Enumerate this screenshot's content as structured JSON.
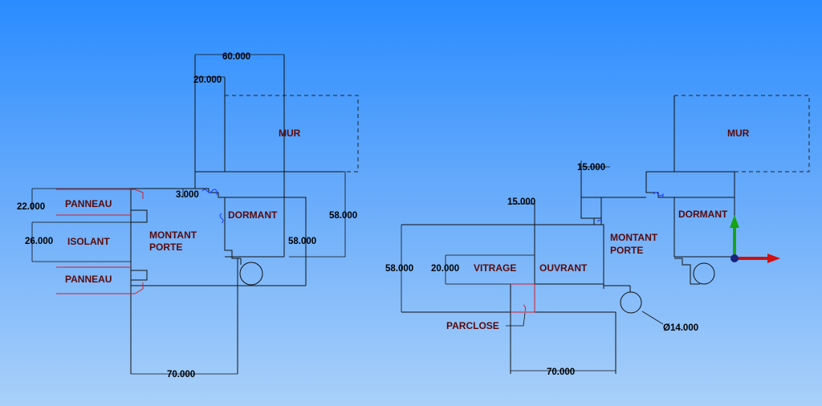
{
  "left_view": {
    "labels": {
      "mur": "MUR",
      "dormant": "DORMANT",
      "montant_porte": [
        "MONTANT",
        "PORTE"
      ],
      "panneau_top": "PANNEAU",
      "isolant": "ISOLANT",
      "panneau_bottom": "PANNEAU"
    },
    "dims": {
      "d60": "60.000",
      "d20": "20.000",
      "d3": "3.000",
      "d22": "22.000",
      "d26": "26.000",
      "d58_outer": "58.000",
      "d58_inner": "58.000",
      "d70": "70.000"
    }
  },
  "right_view": {
    "labels": {
      "mur": "MUR",
      "dormant": "DORMANT",
      "montant_porte": [
        "MONTANT",
        "PORTE"
      ],
      "vitrage": "VITRAGE",
      "ouvrant": "OUVRANT",
      "parclose": "PARCLOSE"
    },
    "dims": {
      "d15_top": "15.000",
      "d15_mid": "15.000",
      "d58": "58.000",
      "d20": "20.000",
      "d70": "70.000",
      "diam14": "Ø14.000"
    }
  },
  "triad_colors": {
    "x_axis": "#d01010",
    "y_axis": "#17a317",
    "origin": "#1a237e"
  }
}
